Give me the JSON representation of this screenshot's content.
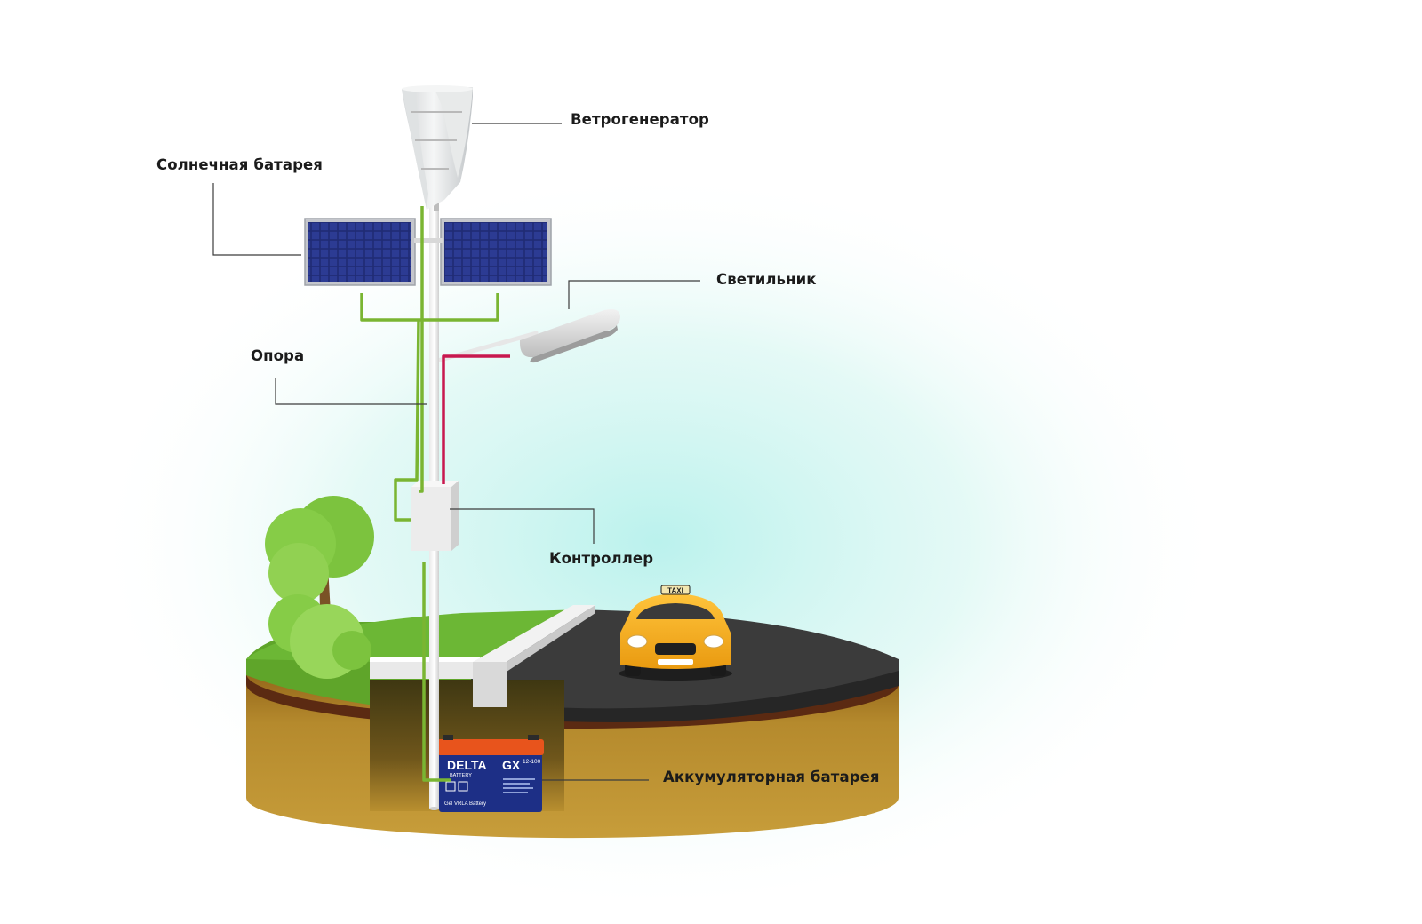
{
  "labels": {
    "wind_generator": "Ветрогенератор",
    "solar_panel": "Солнечная батарея",
    "lamp": "Светильник",
    "pole": "Опора",
    "controller": "Контроллер",
    "battery": "Аккумуляторная батарея"
  },
  "battery_face": {
    "brand": "DELTA",
    "brand_sub": "BATTERY",
    "model": "GX",
    "model_number": "12-100",
    "footer": "Gel VRLA Battery"
  },
  "taxi_sign": "TAXI",
  "colors": {
    "solar_wire": "#7ab532",
    "lamp_wire": "#c8184f",
    "grass": "#5fa52a",
    "asphalt": "#3a3a3a",
    "soil": "#b88a2e",
    "taxi": "#f6ae1e",
    "battery_body": "#1d2f86",
    "battery_lid": "#e8541c"
  }
}
